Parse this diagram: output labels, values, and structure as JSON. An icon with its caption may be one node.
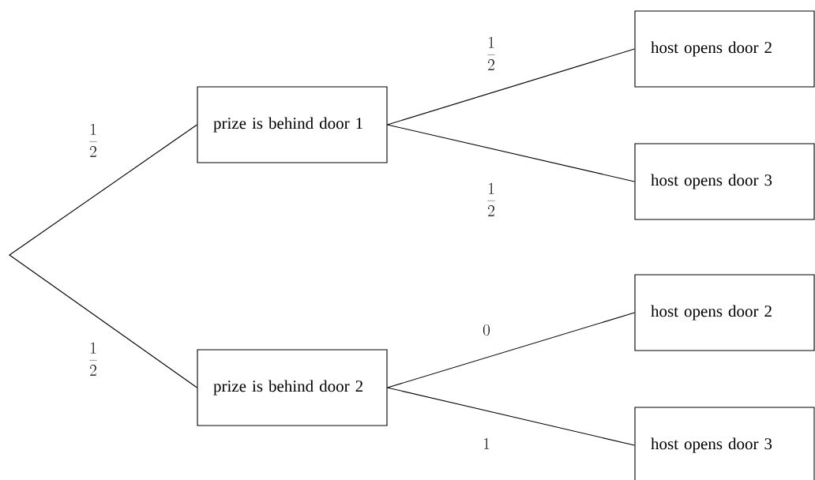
{
  "diagram": {
    "nodes": [
      {
        "text": [],
        "shape": "point"
      },
      {
        "text": [
          "prize is behind door 1"
        ]
      },
      {
        "text": [
          "prize is behind door 2"
        ]
      },
      {
        "text": [
          "host opens door 2"
        ]
      },
      {
        "text": [
          "host opens door 3"
        ]
      },
      {
        "text": [
          "host opens door 2"
        ]
      },
      {
        "text": [
          "host opens door 3"
        ]
      }
    ],
    "edges": [
      {
        "from": 0,
        "to": 1,
        "arrow": "none",
        "label": "\\frac{1}{2}"
      },
      {
        "from": 0,
        "to": 2,
        "arrow": "none",
        "label": "\\frac{1}{2}"
      },
      {
        "from": 1,
        "to": 3,
        "arrow": "none",
        "label": "\\frac{1}{2}"
      },
      {
        "from": 1,
        "to": 4,
        "arrow": "none",
        "label": "\\frac{1}{2}"
      },
      {
        "from": 2,
        "to": 5,
        "arrow": "none",
        "label": "0"
      },
      {
        "from": 2,
        "to": 6,
        "arrow": "none",
        "label": "1"
      }
    ]
  }
}
